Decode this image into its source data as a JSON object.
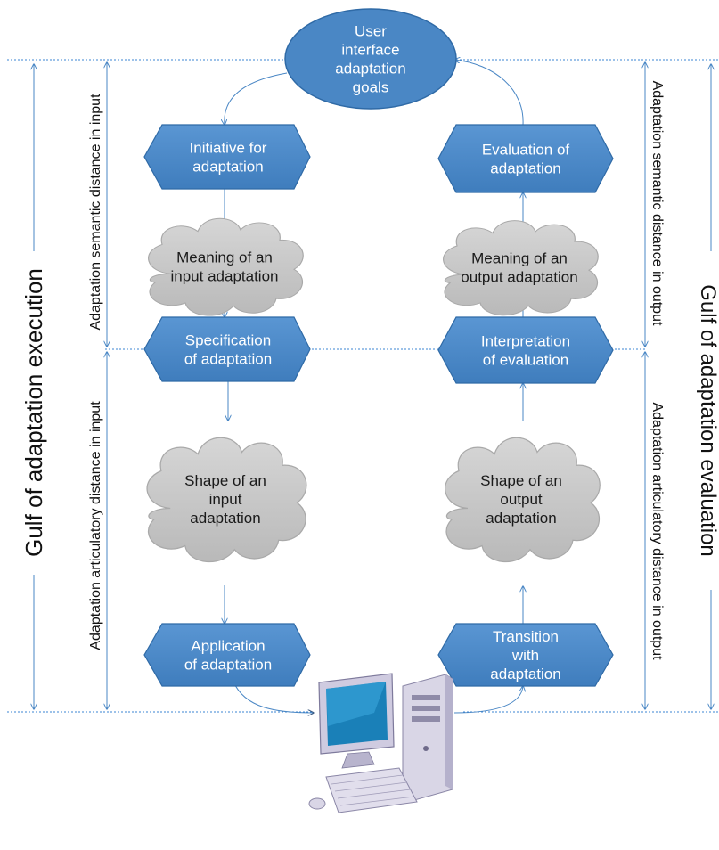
{
  "nodes": {
    "goals": "User\ninterface\nadaptation\ngoals",
    "initiative": "Initiative for\nadaptation",
    "meaning_input": "Meaning of an\ninput adaptation",
    "specification": "Specification\nof adaptation",
    "shape_input": "Shape of an\ninput\nadaptation",
    "application": "Application\nof adaptation",
    "evaluation": "Evaluation of\nadaptation",
    "meaning_output": "Meaning of an\noutput adaptation",
    "interpretation": "Interpretation\nof evaluation",
    "shape_output": "Shape of an\noutput\nadaptation",
    "transition": "Transition\nwith\nadaptation"
  },
  "side_labels": {
    "gulf_execution": "Gulf of adaptation execution",
    "gulf_evaluation": "Gulf of adaptation evaluation",
    "semantic_input": "Adaptation semantic distance in input",
    "articulatory_input": "Adaptation articulatory distance in input",
    "semantic_output": "Adaptation semantic distance in output",
    "articulatory_output": "Adaptation articulatory distance in output"
  },
  "icons": {
    "computer": "desktop-computer-icon"
  },
  "colors": {
    "hexagon_fill": "#4a87c5",
    "hexagon_stroke": "#2f6aa6",
    "ellipse_fill": "#4a87c5",
    "cloud_fill": "#c8c8c8",
    "cloud_stroke": "#a9a9a9",
    "arrow": "#4a87c5",
    "dotted_line": "#3b86d3"
  }
}
